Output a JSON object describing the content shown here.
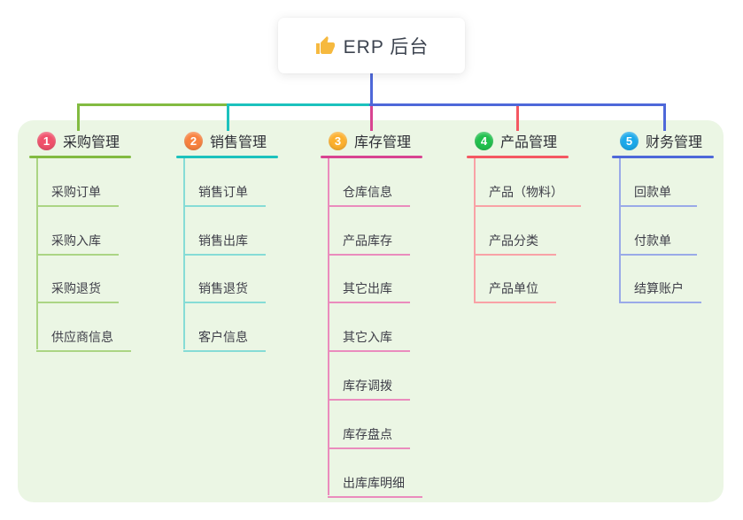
{
  "root": {
    "title": "ERP 后台",
    "icon": "thumbs-up",
    "icon_color": "#f6b93f"
  },
  "colors": {
    "trunk": "#4e68d9",
    "panel_bg": "#ebf6e4",
    "title_text": "#3d4450"
  },
  "branches": [
    {
      "number": "1",
      "label": "采购管理",
      "badge_color": "#f0516b",
      "line_color": "#82bb41",
      "sub_line_color": "#abd584",
      "items": [
        "采购订单",
        "采购入库",
        "采购退货",
        "供应商信息"
      ]
    },
    {
      "number": "2",
      "label": "销售管理",
      "badge_color": "#f8823f",
      "line_color": "#1cc2bd",
      "sub_line_color": "#86dcd6",
      "items": [
        "销售订单",
        "销售出库",
        "销售退货",
        "客户信息"
      ]
    },
    {
      "number": "3",
      "label": "库存管理",
      "badge_color": "#fcb02e",
      "line_color": "#d84491",
      "sub_line_color": "#ea8cbd",
      "items": [
        "仓库信息",
        "产品库存",
        "其它出库",
        "其它入库",
        "库存调拨",
        "库存盘点",
        "出库库明细"
      ]
    },
    {
      "number": "4",
      "label": "产品管理",
      "badge_color": "#21c04d",
      "line_color": "#f45862",
      "sub_line_color": "#f9a2a6",
      "items": [
        "产品（物料）",
        "产品分类",
        "产品单位"
      ]
    },
    {
      "number": "5",
      "label": "财务管理",
      "badge_color": "#1ba9ea",
      "line_color": "#4e68d9",
      "sub_line_color": "#9aaae8",
      "items": [
        "回款单",
        "付款单",
        "结算账户"
      ]
    }
  ]
}
